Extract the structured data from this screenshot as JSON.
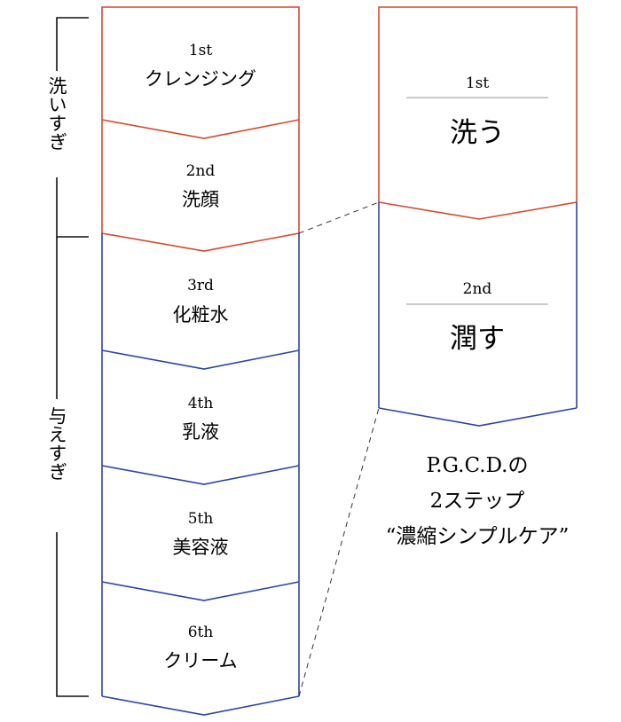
{
  "colors": {
    "wash": "#d24a2e",
    "give": "#2a45a6",
    "divider": "#aaaaaa",
    "text": "#111111"
  },
  "left_steps": [
    {
      "num": "1st",
      "label": "クレンジング"
    },
    {
      "num": "2nd",
      "label": "洗顔"
    },
    {
      "num": "3rd",
      "label": "化粧水"
    },
    {
      "num": "4th",
      "label": "乳液"
    },
    {
      "num": "5th",
      "label": "美容液"
    },
    {
      "num": "6th",
      "label": "クリーム"
    }
  ],
  "brackets": {
    "wash": "洗いすぎ",
    "give": "与えすぎ"
  },
  "right_steps": [
    {
      "num": "1st",
      "label": "洗う"
    },
    {
      "num": "2nd",
      "label": "潤す"
    }
  ],
  "caption": {
    "line1": "P.G.C.D.の",
    "line2": "2ステップ",
    "line3": "“濃縮シンプルケア”"
  }
}
